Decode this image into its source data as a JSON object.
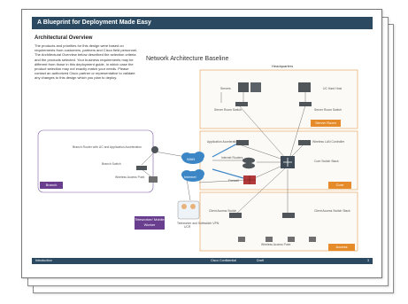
{
  "header": {
    "title": "A Blueprint for Deployment Made Easy"
  },
  "section": {
    "title": "Architectural Overview",
    "body": "The products and priorities for this design were based on requirements from customers, partners and Cisco field personnel. The Architectural Overview below described the selection criteria and the products selected. Your business requirements may be different from those in this deployment guide, in which case the product selection may not exactly match your needs. Please contact an authorized Cisco partner or representative to validate any changes to this design which you plan to deploy."
  },
  "diagram": {
    "title": "Network Architecture Baseline",
    "headquarters_label": "Headquarters",
    "labels": {
      "servers": "Servers",
      "uc_hard_host": "UC Hard Host",
      "server_room_switch_left": "Server Room Switch",
      "server_room_switch_right": "Server Room Switch",
      "app_acceleration": "Application Acceleration",
      "wireless_lan_controller": "Wireless LAN Controller",
      "internet_routers": "Internet Routers",
      "core_switch": "Core Switch Stack",
      "firewall": "Firewall",
      "client_access_switch": "Client Access Switch",
      "client_access_switch_stack": "Client Access Switch Stack",
      "wireless_access_point_hq": "Wireless Access Point",
      "branch_router": "Branch Router with UC and Application Acceleration",
      "branch_switch": "Branch Switch",
      "wireless_access_point_branch": "Wireless Access Point",
      "wan": "WAN",
      "internet": "Internet",
      "teleworker_caption": "Teleworker and Softswitch VPN",
      "teleworker_short": "UCR"
    },
    "tags": {
      "server_room": "Server Room",
      "core": "Core",
      "access": "Access",
      "branch": "Branch",
      "teleworker": "Teleworker/ Mobile Worker"
    }
  },
  "footer": {
    "left": "Introduction",
    "middle": "Cisco Confidential",
    "draft": "Draft",
    "page": "3"
  },
  "colors": {
    "header_bg": "#2b4a62",
    "orange_tag": "#e58b2a",
    "purple_tag": "#6a3e8f",
    "cloud_blue": "#3d86c6",
    "device_gray": "#4f5559"
  }
}
